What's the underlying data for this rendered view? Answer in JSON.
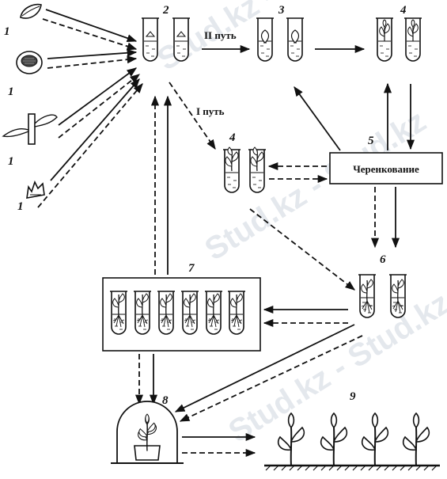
{
  "diagram": {
    "step_numbers": {
      "n1_leaf": "1",
      "n1_callus": "1",
      "n1_shoot": "1",
      "n1_bud": "1",
      "n2": "2",
      "n3": "3",
      "n4_top": "4",
      "n4_mid": "4",
      "n5": "5",
      "n6": "6",
      "n7": "7",
      "n8": "8",
      "n9": "9"
    },
    "labels": {
      "path_two": "II путь",
      "path_one": "I путь",
      "cutting_box": "Черенкование"
    }
  },
  "watermark": {
    "text": "Stud.kz - Stud.kz"
  }
}
